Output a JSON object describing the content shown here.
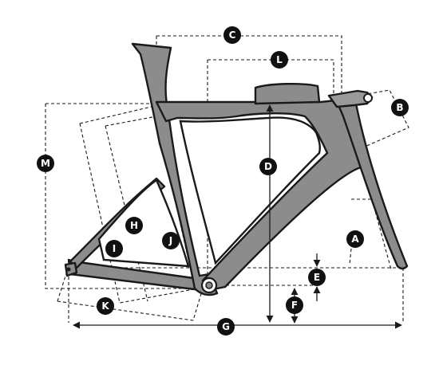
{
  "labels": {
    "A": "A",
    "B": "B",
    "C": "C",
    "D": "D",
    "E": "E",
    "F": "F",
    "G": "G",
    "H": "H",
    "I": "I",
    "J": "J",
    "K": "K",
    "L": "L",
    "M": "M"
  },
  "colors": {
    "frame_fill": "#8c8c8c",
    "outline": "#1a1a1a",
    "label_circle": "#111111",
    "label_text": "#ffffff"
  }
}
